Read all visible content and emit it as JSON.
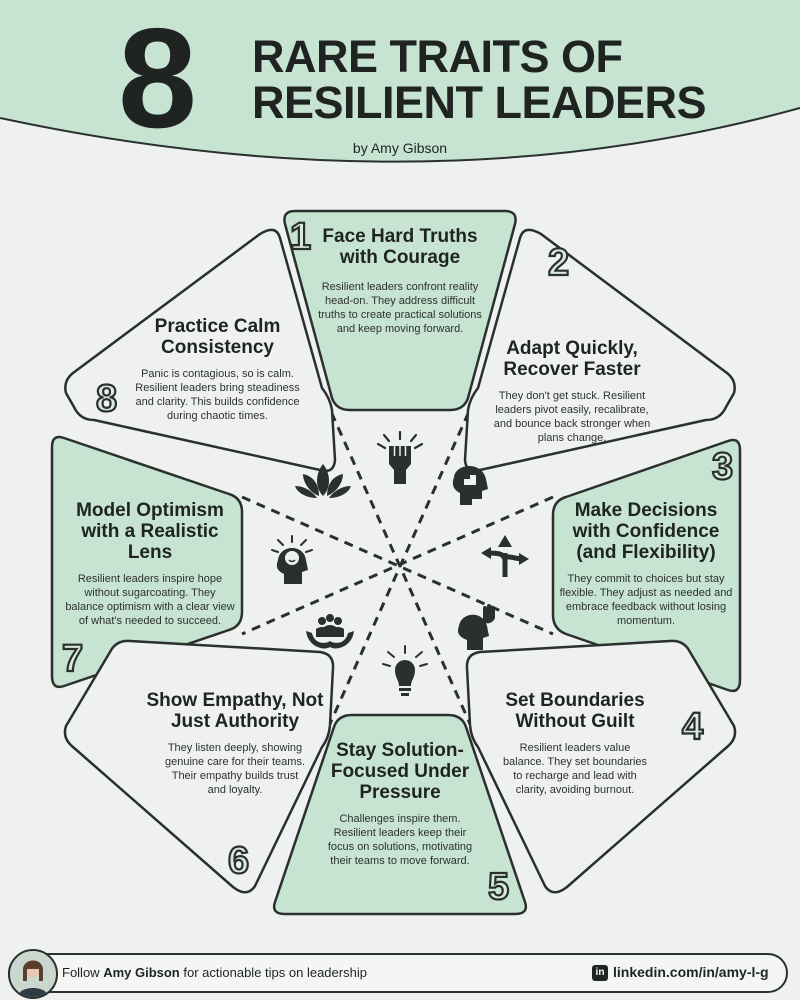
{
  "header": {
    "big_number": "8",
    "title_line1": "RARE TRAITS OF",
    "title_line2": "RESILIENT LEADERS",
    "byline": "by Amy Gibson"
  },
  "traits": [
    {
      "number": "1",
      "title": "Face Hard Truths with Courage",
      "text": "Resilient leaders confront reality head-on. They address difficult truths to create practical solutions and keep moving forward.",
      "icon": "raised-fist-icon"
    },
    {
      "number": "2",
      "title": "Adapt Quickly, Recover Faster",
      "text": "They don't get stuck. Resilient leaders pivot easily, recalibrate, and bounce back stronger when plans change.",
      "icon": "puzzle-head-icon"
    },
    {
      "number": "3",
      "title": "Make Decisions with Confidence (and Flexibility)",
      "text": "They commit to choices but stay flexible. They adjust as needed and embrace feedback without losing momentum.",
      "icon": "split-arrows-icon"
    },
    {
      "number": "4",
      "title": "Set Boundaries Without Guilt",
      "text": "Resilient leaders value balance. They set boundaries to recharge and lead with clarity, avoiding burnout.",
      "icon": "head-stop-hand-icon"
    },
    {
      "number": "5",
      "title": "Stay Solution-Focused Under Pressure",
      "text": "Challenges inspire them. Resilient leaders keep their focus on solutions, motivating their teams to move forward.",
      "icon": "lightbulb-icon"
    },
    {
      "number": "6",
      "title": "Show Empathy, Not Just Authority",
      "text": "They listen deeply, showing genuine care for their teams. Their empathy builds trust and loyalty.",
      "icon": "hands-holding-people-icon"
    },
    {
      "number": "7",
      "title": "Model Optimism with a Realistic Lens",
      "text": "Resilient leaders inspire hope without sugarcoating. They balance optimism with a clear view of what's needed to succeed.",
      "icon": "smiling-head-icon"
    },
    {
      "number": "8",
      "title": "Practice Calm Consistency",
      "text": "Panic is contagious, so is calm. Resilient leaders bring steadiness and clarity. This builds confidence during chaotic times.",
      "icon": "lotus-icon"
    }
  ],
  "footer": {
    "follow_prefix": "Follow ",
    "name": "Amy Gibson",
    "follow_suffix": " for actionable tips on leadership",
    "linkedin_label": "in",
    "linkedin_url": "linkedin.com/in/amy-l-g"
  },
  "colors": {
    "mint": "#c7e3d1",
    "ink": "#1f2422",
    "background": "#eef1ef"
  }
}
